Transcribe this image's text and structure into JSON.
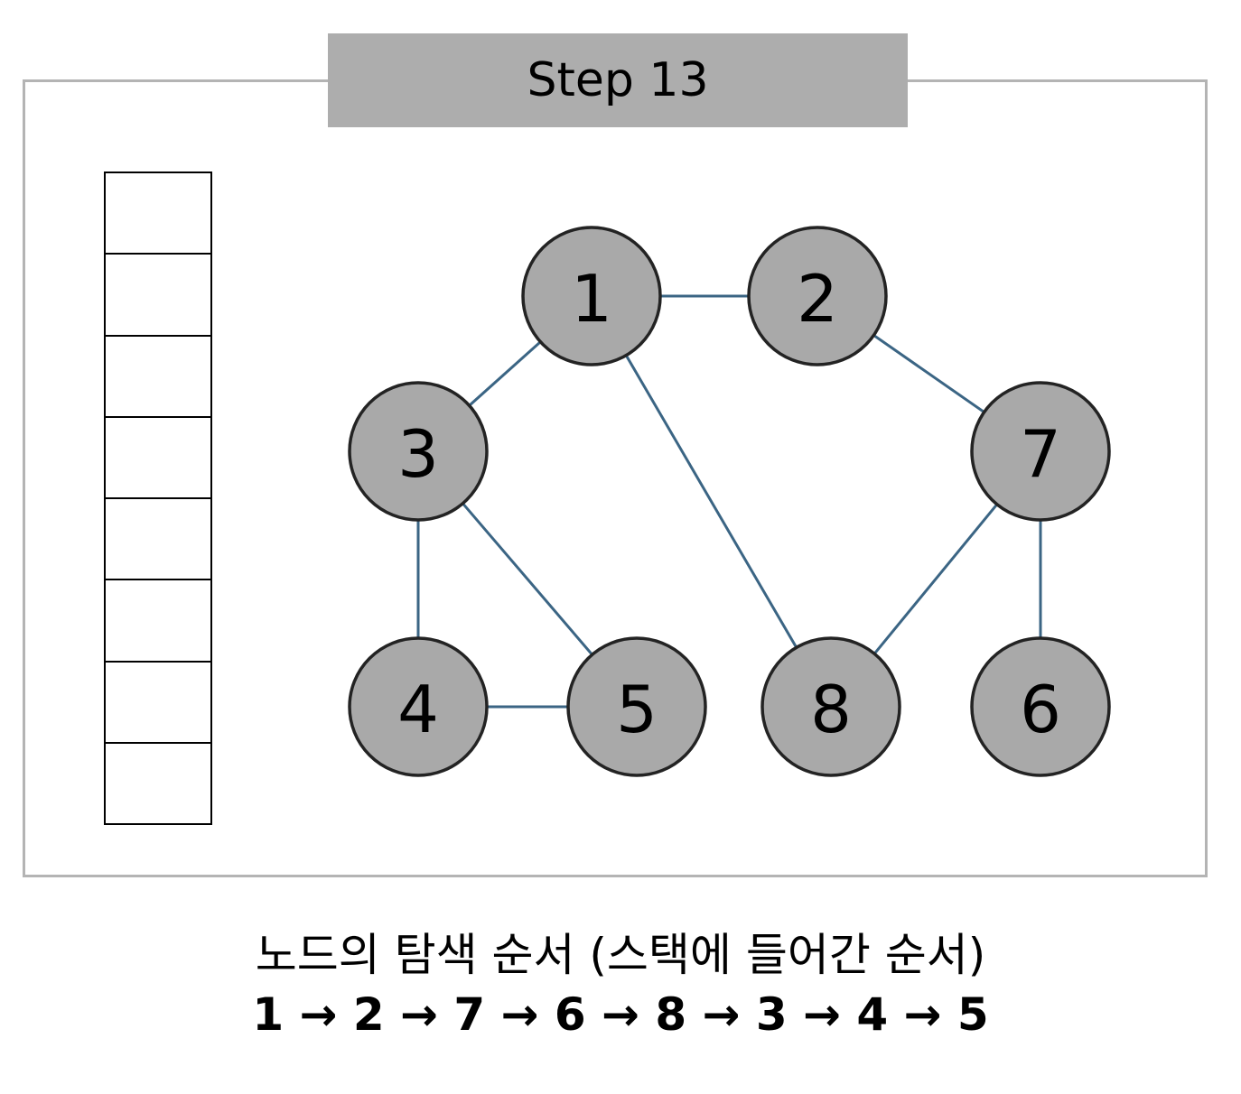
{
  "step_title": "Step 13",
  "stack": {
    "cells": [
      "",
      "",
      "",
      "",
      "",
      "",
      "",
      ""
    ]
  },
  "graph": {
    "nodes": [
      {
        "id": "1",
        "label": "1"
      },
      {
        "id": "2",
        "label": "2"
      },
      {
        "id": "3",
        "label": "3"
      },
      {
        "id": "7",
        "label": "7"
      },
      {
        "id": "4",
        "label": "4"
      },
      {
        "id": "5",
        "label": "5"
      },
      {
        "id": "8",
        "label": "8"
      },
      {
        "id": "6",
        "label": "6"
      }
    ],
    "edges": [
      [
        "1",
        "2"
      ],
      [
        "1",
        "3"
      ],
      [
        "1",
        "8"
      ],
      [
        "2",
        "7"
      ],
      [
        "3",
        "4"
      ],
      [
        "3",
        "5"
      ],
      [
        "4",
        "5"
      ],
      [
        "7",
        "8"
      ],
      [
        "7",
        "6"
      ]
    ],
    "node_fill": "#a9a9a9",
    "edge_color": "#3b6584"
  },
  "caption": {
    "title": "노드의 탐색 순서 (스택에 들어간 순서)",
    "order": "1 → 2 → 7 → 6 → 8 → 3 → 4 → 5"
  }
}
